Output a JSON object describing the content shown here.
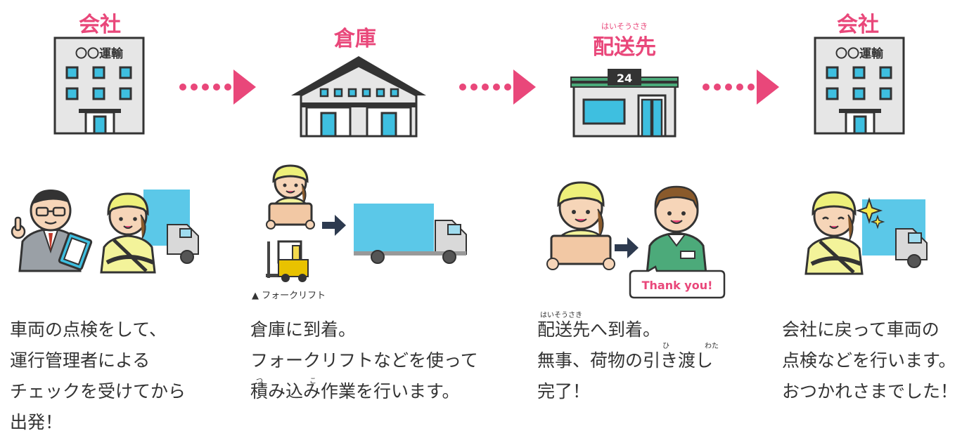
{
  "steps": [
    {
      "title": "会社"
    },
    {
      "title": "倉庫"
    },
    {
      "title": "配送先",
      "ruby": "はいそうさき"
    },
    {
      "title": "会社"
    }
  ],
  "building_sign": "〇〇運輸",
  "store_sign": "24",
  "forklift_label": "▲ フォークリフト",
  "speech_bubble": "Thank you!",
  "descriptions": [
    {
      "lines": [
        "車両の点検をして、",
        "運行管理者による",
        "チェックを受けてから",
        "出発！"
      ]
    },
    {
      "lines": [
        "倉庫に到着。",
        "フォークリフトなどを使って",
        "積み込み作業を行います。"
      ],
      "ruby": [
        "つ",
        "こ"
      ]
    },
    {
      "lines": [
        "配送先へ到着。",
        "無事、荷物の引き渡し",
        "完了！"
      ],
      "ruby": [
        "はいそうさき",
        "ひ",
        "わた"
      ]
    },
    {
      "lines": [
        "会社に戻って車両の",
        "点検などを行います。",
        "おつかれさまでした！"
      ]
    }
  ],
  "colors": {
    "accent": "#e9477a",
    "building": "#e6e6e6",
    "window": "#3ebfe0",
    "dark": "#333333",
    "truck_box": "#5bc8e8",
    "worker_cap": "#eef07a",
    "clerk_shirt": "#4caa7a",
    "arrow": "#2d3a4f"
  }
}
